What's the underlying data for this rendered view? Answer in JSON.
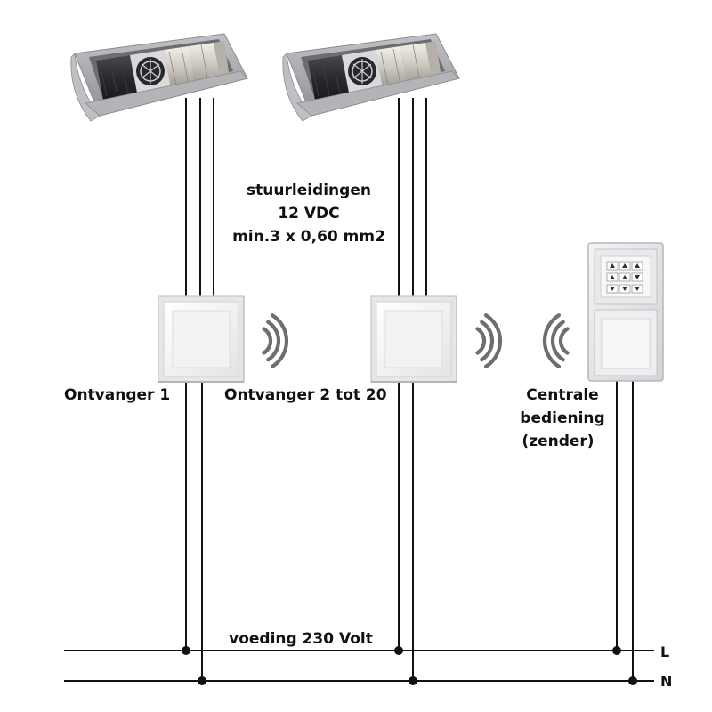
{
  "labels": {
    "control_title": "stuurleidingen",
    "control_voltage": "12 VDC",
    "control_spec": "min.3 x 0,60 mm2",
    "receiver_1": "Ontvanger 1",
    "receiver_2": "Ontvanger 2 tot 20",
    "transmitter_line1": "Centrale",
    "transmitter_line2": "bediening",
    "transmitter_line3": "(zender)",
    "supply": "voeding 230 Volt",
    "rail_live": "L",
    "rail_neutral": "N"
  },
  "colors": {
    "wire": "#111111",
    "signal_arc": "#6e6e6e",
    "device_face": "#f1f1f1",
    "device_edge": "#c8c8c8",
    "fan_housing": "#a9a9ae"
  }
}
